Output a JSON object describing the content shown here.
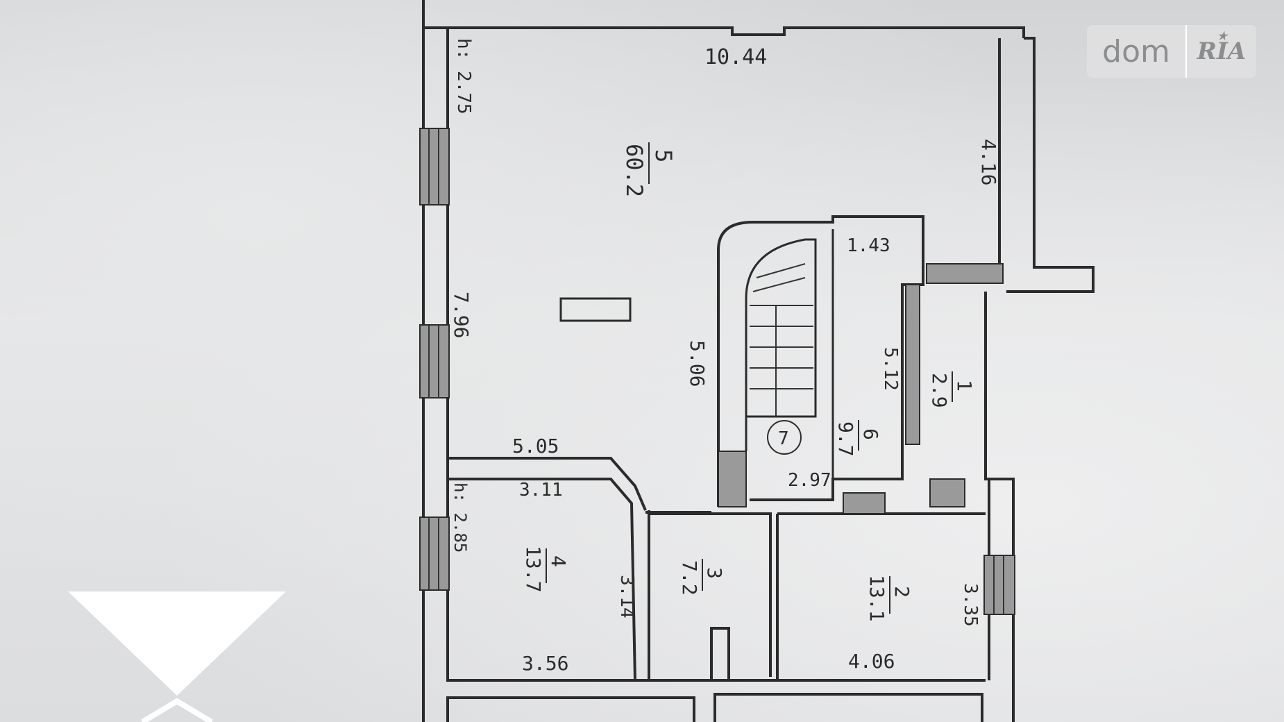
{
  "watermark": {
    "brand_left": "dom",
    "brand_right": "RIA",
    "star_icon": "star-icon"
  },
  "plan": {
    "rooms": [
      {
        "id": "5",
        "number": "5",
        "area": "60.2"
      },
      {
        "id": "4",
        "number": "4",
        "area": "13.7"
      },
      {
        "id": "3",
        "number": "3",
        "area": "7.2"
      },
      {
        "id": "2",
        "number": "2",
        "area": "13.1"
      },
      {
        "id": "1",
        "number": "1",
        "area": "2.9"
      },
      {
        "id": "6",
        "number": "6",
        "area": "9.7"
      }
    ],
    "dimensions": {
      "top_width": "10.44",
      "right_height": "4.16",
      "ceiling_top": "h: 2.75",
      "left_height": "7.96",
      "stair_height": "5.06",
      "stair_top": "1.43",
      "hall_height": "5.12",
      "divider_upper": "5.05",
      "divider_lower": "3.11",
      "ceiling_lower": "h: 2.85",
      "room4_height": "3.14",
      "room4_width": "3.56",
      "room2_height": "3.35",
      "room2_width": "4.06",
      "stair_bottom": "2.97"
    },
    "stair_symbol": "7"
  },
  "colors": {
    "paper": "#d9dadb",
    "ink": "#2b2b2b",
    "logo_text": "#8c8d8f",
    "corner_mark": "#ffffff"
  }
}
